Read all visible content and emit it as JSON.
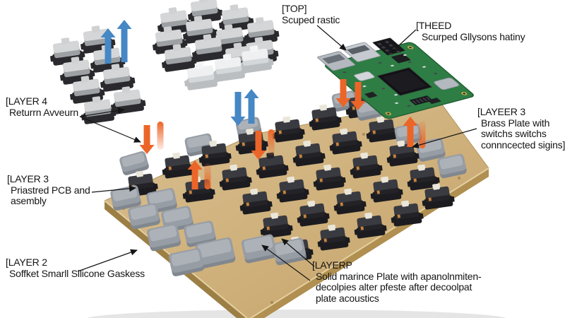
{
  "labels": {
    "top": {
      "line1": "[TOP]",
      "line2": "Scuped rastic"
    },
    "theed": {
      "line1": "[THEED",
      "line2": "Scurped Gllysons hatiny"
    },
    "layer4": {
      "line1": "[LAYER 4",
      "line2": "Returrn Avveurn"
    },
    "layer3_pcb": {
      "line1": "[LAYER 3",
      "line2": "Priastred PCB and",
      "line3": "asembly"
    },
    "layer2_gasket": {
      "line1": "[LAYER 2",
      "line2": "Soffket Smarll Silicone Gaskess"
    },
    "layerp_plate": {
      "line1": "[LAYERP",
      "line2": "Solid marince Plate with apanolnmiten-",
      "line3": "decolpies alter pfeste after decoolpat",
      "line4": "plate acoustics"
    },
    "layeer3_brass": {
      "line1": "[LAYEER 3",
      "line2": "Brass Plate with",
      "line3": "switchs switchs",
      "line4": "connncected sigins]"
    }
  },
  "colors": {
    "background": "#ffffff",
    "text": "#141414",
    "arrow_up_blue": "#4687c5",
    "arrow_down_orange": "#ec6528",
    "plate_gold_light": "#d9c091",
    "plate_gold_dark": "#c6a369",
    "plate_edge_left": "#9c7f45",
    "plate_edge_right": "#b08f50",
    "pcb_green": "#2e7d44",
    "keycap_gray": "#979da5",
    "switch_black": "#232327",
    "switch_gray": "#d4d6d7",
    "stem_cream": "#eae6da"
  },
  "icons": {
    "up_arrow": "up-arrow-icon",
    "down_arrow": "down-arrow-icon",
    "leader_arrow": "leader-arrowhead-icon"
  }
}
